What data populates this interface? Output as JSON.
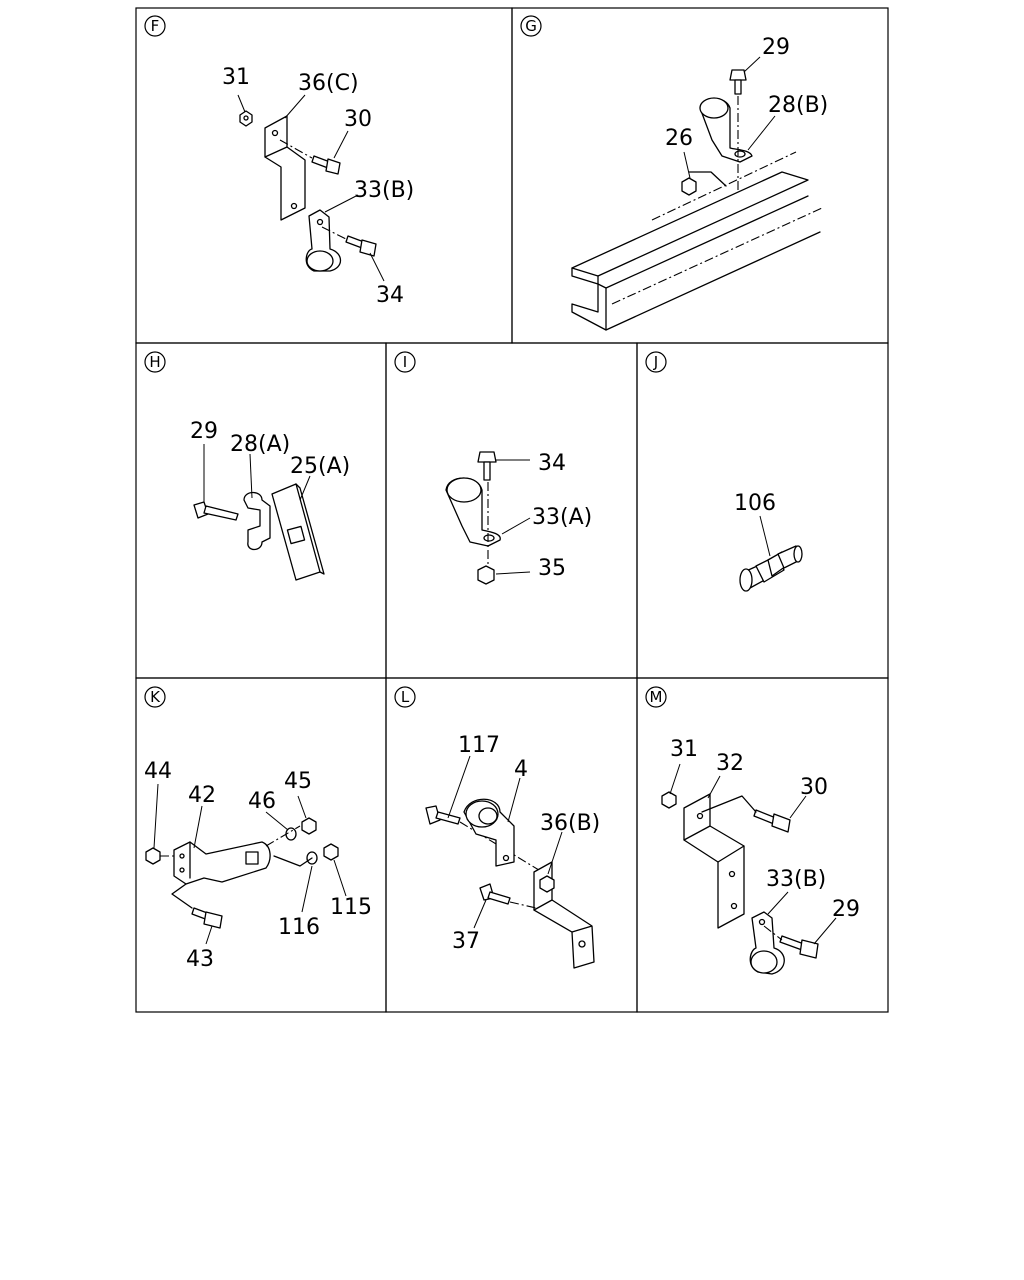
{
  "panels": [
    {
      "id": "F",
      "labels": [
        "31",
        "36(C)",
        "30",
        "33(B)",
        "34"
      ]
    },
    {
      "id": "G",
      "labels": [
        "29",
        "28(B)",
        "26"
      ]
    },
    {
      "id": "H",
      "labels": [
        "29",
        "28(A)",
        "25(A)"
      ]
    },
    {
      "id": "I",
      "labels": [
        "34",
        "33(A)",
        "35"
      ]
    },
    {
      "id": "J",
      "labels": [
        "106"
      ]
    },
    {
      "id": "K",
      "labels": [
        "44",
        "42",
        "46",
        "45",
        "116",
        "115",
        "43"
      ]
    },
    {
      "id": "L",
      "labels": [
        "117",
        "4",
        "36(B)",
        "37"
      ]
    },
    {
      "id": "M",
      "labels": [
        "31",
        "32",
        "30",
        "33(B)",
        "29"
      ]
    }
  ]
}
